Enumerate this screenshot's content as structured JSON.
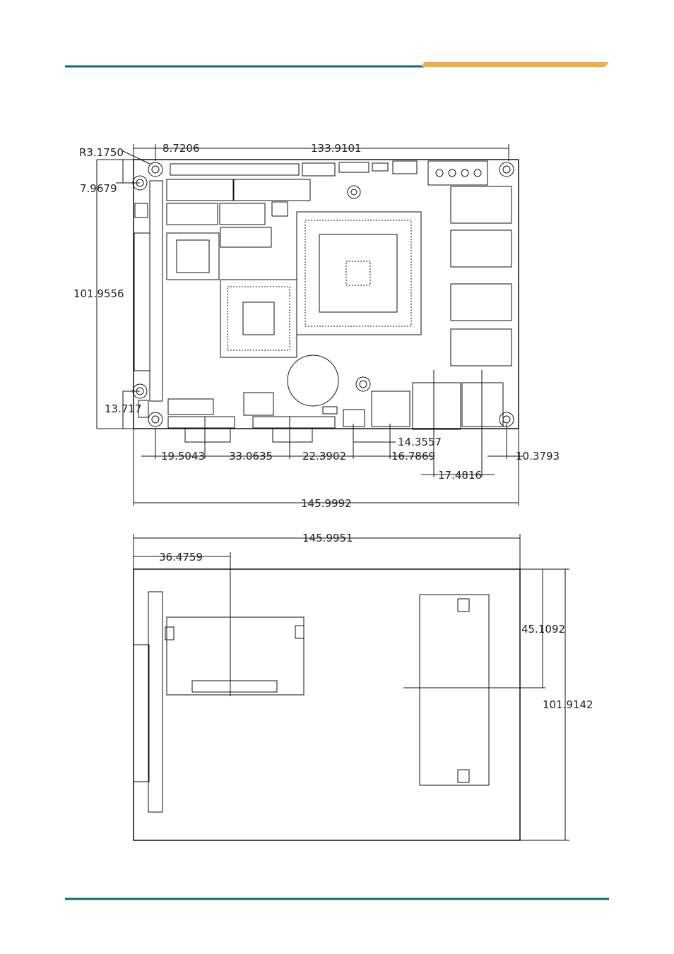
{
  "header": {
    "rule_color": "#0b6e6a",
    "accent_color": "#f2ae46"
  },
  "footer": {
    "rule_color": "#0b6e6a"
  },
  "top_view": {
    "dims": {
      "corner_radius": "R3.1750",
      "hole_offset_x": "8.7206",
      "hole_span_x": "133.9101",
      "hole_offset_y": "7.9679",
      "board_height": "101.9556",
      "hole_offset_bottom": "13.717",
      "conn_offset_1": "19.5043",
      "conn_offset_2": "33.0635",
      "conn_offset_3": "22.3902",
      "conn_offset_4": "14.3557",
      "conn_offset_5": "16.7869",
      "conn_offset_6": "17.4816",
      "conn_offset_7": "10.3793",
      "board_width": "145.9992"
    }
  },
  "bottom_view": {
    "dims": {
      "board_width": "145.9951",
      "cf_offset_x": "36.4759",
      "sodimm_offset_y": "45.1092",
      "board_height": "101.9142"
    }
  }
}
